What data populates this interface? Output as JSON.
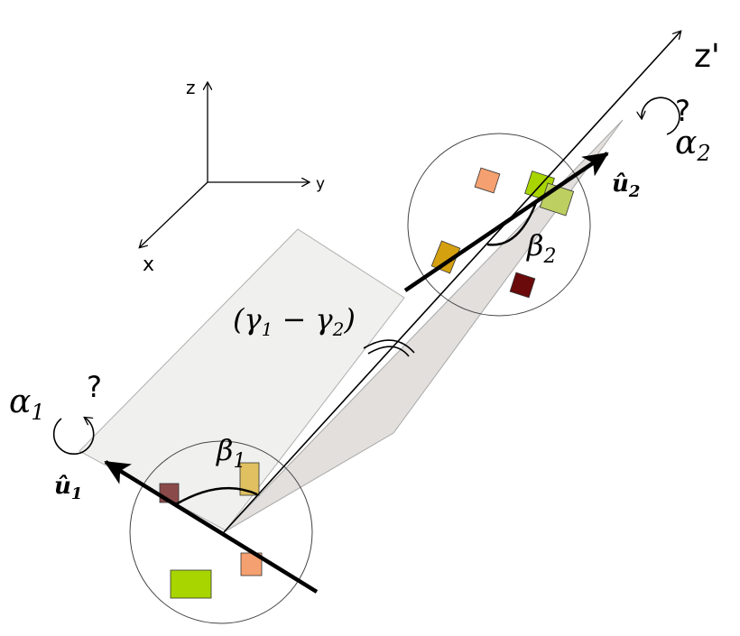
{
  "axes": {
    "x_label": "x",
    "y_label": "y",
    "z_label": "z",
    "zprime_label": "z'"
  },
  "labels": {
    "alpha1": "α",
    "alpha1_sub": "1",
    "alpha2": "α",
    "alpha2_sub": "2",
    "beta1": "β",
    "beta1_sub": "1",
    "beta2": "β",
    "beta2_sub": "2",
    "gamma_open": "(γ",
    "gamma_sub1": "1",
    "gamma_mid": " − γ",
    "gamma_sub2": "2",
    "gamma_close": ")",
    "u1": "û",
    "u1_sub": "1",
    "u2": "û",
    "u2_sub": "2",
    "question1": "?",
    "question2": "?"
  },
  "colors": {
    "stroke": "#000000",
    "plane_fill": "#f0f0ef",
    "plane_shadow": "#e2dfdc",
    "marker_dark_red": "#8b4a4a",
    "marker_tan": "#e0c060",
    "marker_orange": "#f5a070",
    "marker_lime": "#a8d400",
    "marker_lime_light": "#bccf60",
    "marker_gold": "#d4a010",
    "marker_maroon": "#6a0a0a"
  }
}
